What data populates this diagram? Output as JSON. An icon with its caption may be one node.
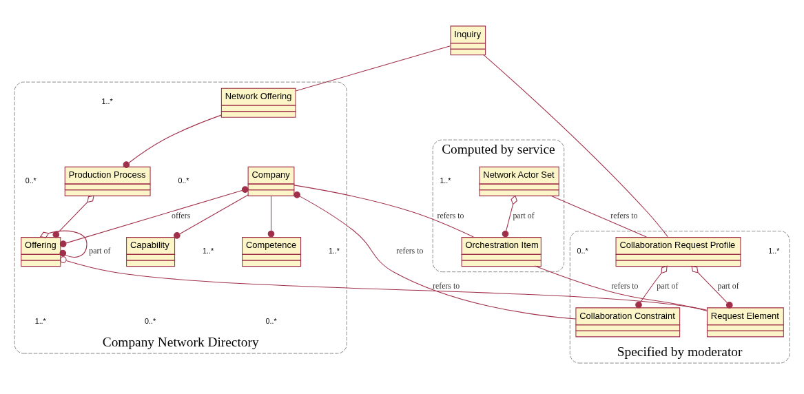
{
  "diagram": {
    "nodes": [
      {
        "text": [
          "Inquiry"
        ]
      },
      {
        "text": [
          "Company Network Directory"
        ]
      },
      {
        "text": [
          "Competence"
        ],
        "in": 1
      },
      {
        "text": [
          "Capability"
        ],
        "in": 1
      },
      {
        "text": [
          "Network Offering"
        ],
        "in": 1
      },
      {
        "text": [
          "Company"
        ],
        "in": 1
      },
      {
        "text": [
          "Production Process"
        ],
        "in": 1
      },
      {
        "text": [
          "Offering"
        ],
        "in": 1
      },
      {
        "text": [
          "Computed by service"
        ]
      },
      {
        "text": [
          "Network Actor Set"
        ],
        "in": 8
      },
      {
        "text": [
          "Orchestration Item"
        ],
        "in": 8
      },
      {
        "text": [
          "Specified by moderator"
        ]
      },
      {
        "text": [
          "Collaboration Request Profile"
        ],
        "in": 11
      },
      {
        "text": [
          "Request Element"
        ],
        "in": 11
      },
      {
        "text": [
          "Collaboration Constraint"
        ],
        "in": 11
      }
    ],
    "edges": [
      {
        "from": 0,
        "to": 4,
        "arrow": "none"
      },
      {
        "from": 0,
        "to": 12,
        "arrow": "none"
      },
      {
        "from": 5,
        "to": 2,
        "arrow": "other"
      },
      {
        "from": 5,
        "to": 3,
        "arrow": "other"
      },
      {
        "from": 4,
        "to": 6,
        "arrow": "other"
      },
      {
        "from": 5,
        "to": 10,
        "arrow": "none",
        "label": "refers to"
      },
      {
        "from": 5,
        "to": 7,
        "arrow": "other",
        "label": "offers"
      },
      {
        "from": 7,
        "to": 7,
        "arrow": "other",
        "label": "part of"
      },
      {
        "from": 6,
        "to": 7,
        "arrow": "other"
      },
      {
        "from": 7,
        "to": 13,
        "arrow": "other",
        "label": "refers to"
      },
      {
        "from": 5,
        "to": 14,
        "arrow": "other",
        "label": "refers to"
      },
      {
        "from": 9,
        "to": 10,
        "arrow": "other",
        "label": "part of"
      },
      {
        "from": 9,
        "to": 12,
        "arrow": "none",
        "label": "refers to"
      },
      {
        "from": 10,
        "to": 13,
        "arrow": "none",
        "label": "refers to"
      },
      {
        "from": 12,
        "to": 13,
        "arrow": "other",
        "label": "part of"
      },
      {
        "from": 12,
        "to": 14,
        "arrow": "other",
        "label": "part of"
      }
    ],
    "labels": [
      "0..*",
      "0..*",
      "1..*",
      "1..*",
      "1..*",
      "1..*",
      "1..*",
      "0..*",
      "0..*",
      "1..*",
      "0..*"
    ]
  }
}
